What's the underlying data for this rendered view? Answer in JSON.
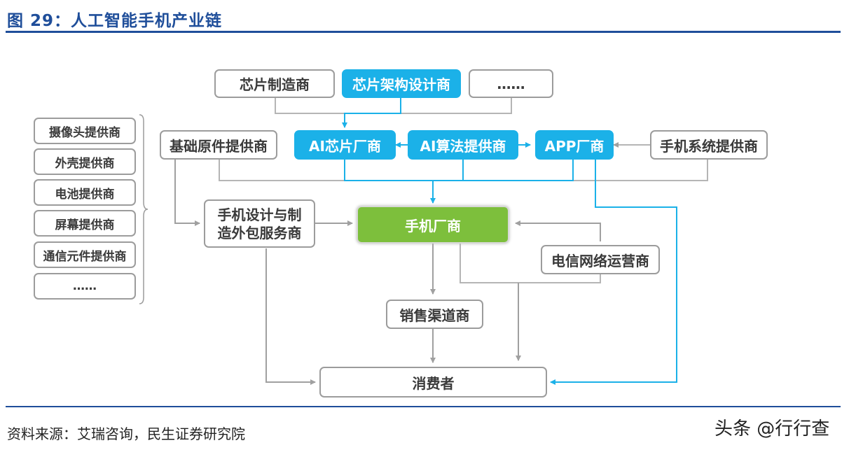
{
  "title": "图 29：人工智能手机产业链",
  "source": "资料来源：艾瑞咨询，民生证券研究院",
  "watermark": "头条 @行行查",
  "colors": {
    "blue": "#1bb1e8",
    "green": "#7dbf3c",
    "gray": "#9c9c9c",
    "rule": "#1f4e9a"
  },
  "nodes": {
    "chip_maker": "芯片制造商",
    "chip_arch": "芯片架构设计商",
    "top_more": "……",
    "camera": "摄像头提供商",
    "shell": "外壳提供商",
    "battery": "电池提供商",
    "screen": "屏幕提供商",
    "comm": "通信元件提供商",
    "left_more": "……",
    "base_parts": "基础原件提供商",
    "ai_chip": "AI芯片厂商",
    "ai_algo": "AI算法提供商",
    "app": "APP厂商",
    "os": "手机系统提供商",
    "odm": "手机设计与制造外包服务商",
    "phone": "手机厂商",
    "telecom": "电信网络运营商",
    "sales": "销售渠道商",
    "consumer": "消费者"
  }
}
